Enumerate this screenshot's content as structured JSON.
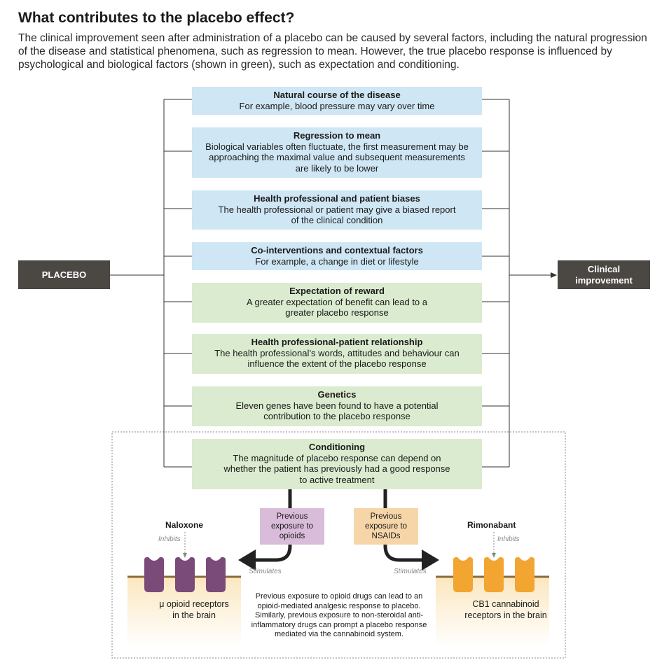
{
  "title": "What contributes to the placebo effect?",
  "intro": "The clinical improvement seen after administration of a placebo can be caused by several factors, including the natural progression of the disease and statistical phenomena, such as regression to mean. However, the true placebo response is influenced by psychological and biological factors (shown in green), such as expectation and conditioning.",
  "placebo": "PLACEBO",
  "clinical": "Clinical improvement",
  "factors": [
    {
      "title": "Natural course of the disease",
      "text": "For example, blood pressure may vary over time",
      "color": "#cfe6f4"
    },
    {
      "title": "Regression to mean",
      "text": "Biological variables often fluctuate, the first measurement may be approaching the maximal value and subsequent measurements are likely to be lower",
      "color": "#cfe6f4"
    },
    {
      "title": "Health professional and patient biases",
      "text": "The health professional or patient may give a biased report of the clinical condition",
      "color": "#cfe6f4"
    },
    {
      "title": "Co-interventions and contextual factors",
      "text": "For example, a change in diet or lifestyle",
      "color": "#cfe6f4"
    },
    {
      "title": "Expectation of reward",
      "text": "A greater expectation of benefit can lead to a greater placebo response",
      "color": "#dbebcf"
    },
    {
      "title": "Health professional-patient relationship",
      "text": "The health professional’s words, attitudes and behaviour can influence the extent of the placebo response",
      "color": "#dbebcf"
    },
    {
      "title": "Genetics",
      "text": "Eleven genes have been found to have a potential contribution to the placebo response",
      "color": "#dbebcf"
    },
    {
      "title": "Conditioning",
      "text": "The magnitude of placebo response can depend on whether the patient has previously had a good response to active treatment",
      "color": "#dbebcf"
    }
  ],
  "exposure_opioids": "Previous exposure to opioids",
  "exposure_nsaids": "Previous exposure to NSAIDs",
  "naloxone": "Naloxone",
  "rimonabant": "Rimonabant",
  "inhibits": "Inhibits",
  "stimulates": "Stimulates",
  "opioid_receptors": "μ opioid receptors in the brain",
  "cb1_receptors": "CB1 cannabinoid receptors in the brain",
  "note": "Previous exposure to opioid drugs can lead to an opioid-mediated analgesic response to placebo. Similarly, previous exposure to non-steroidal anti-inflammatory drugs can prompt a placebo response mediated via the cannabinoid system.",
  "colors": {
    "blue_box": "#cfe6f4",
    "green_box": "#dbebcf",
    "dark_box": "#4b4743",
    "opioid_receptor": "#7a4a78",
    "cb1_receptor": "#f2a531",
    "opioid_exposure_box": "#d9bcd9",
    "nsaid_exposure_box": "#f6d6a9",
    "membrane": "#8a6a3a"
  }
}
